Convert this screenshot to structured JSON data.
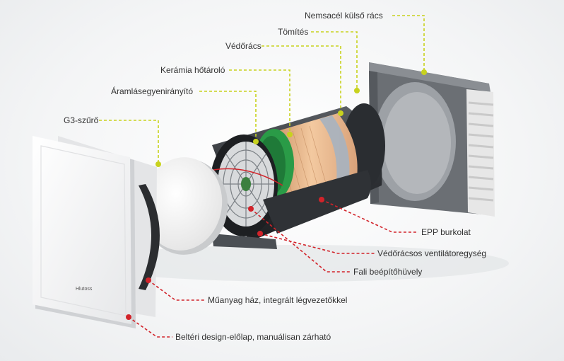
{
  "labels": {
    "nemsacel": "Nemsacél külső rács",
    "tomites": "Tömítés",
    "vedoracs": "Védőrács",
    "keramia": "Kerámia hőtároló",
    "aramlas": "Áramlásegyenirányító",
    "g3": "G3-szűrő",
    "epp": "EPP burkolat",
    "ventilator": "Védőrácsos ventilátoregység",
    "fali": "Fali beépítőhüvely",
    "muanyag": "Műanyag ház, integrált légvezetőkkel",
    "belteri": "Beltéri design-előlap, manuálisan zárható"
  },
  "logo_text": "Hlutoss",
  "colors": {
    "green_leader": "#c8d21e",
    "red_leader": "#d2232a",
    "housing_dark": "#3b3e42",
    "ceramic": "#e8b88e",
    "grid_white": "#f4f4f4"
  }
}
